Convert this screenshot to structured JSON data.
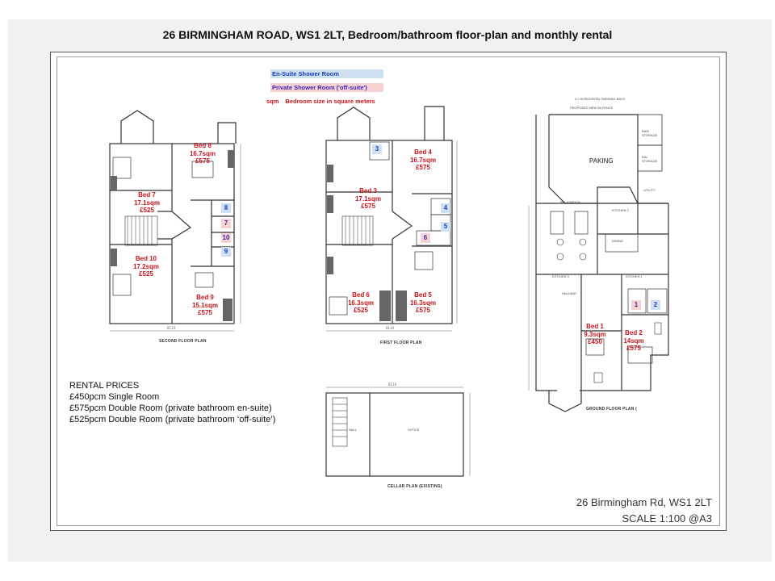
{
  "title": "26 BIRMINGHAM ROAD, WS1 2LT, Bedroom/bathroom floor-plan and monthly rental",
  "legend": {
    "ensuite": "En-Suite Shower Room",
    "private": "Private Shower Room ('off-suite')",
    "sqm_key": "sqm",
    "sqm_desc": "Bedroom size in square meters",
    "ensuite_color": "#cfe0f3",
    "private_color": "#f7d2d2"
  },
  "rooms": {
    "bed8": {
      "name": "Bed 8",
      "size": "16.7sqm",
      "price": "£575"
    },
    "bed7": {
      "name": "Bed 7",
      "size": "17.1sqm",
      "price": "£525"
    },
    "bed10": {
      "name": "Bed 10",
      "size": "17.2sqm",
      "price": "£525"
    },
    "bed9": {
      "name": "Bed 9",
      "size": "15.1sqm",
      "price": "£575"
    },
    "bed4": {
      "name": "Bed 4",
      "size": "16.7sqm",
      "price": "£575"
    },
    "bed3": {
      "name": "Bed 3",
      "size": "17.1sqm",
      "price": "£575"
    },
    "bed6": {
      "name": "Bed 6",
      "size": "16.3sqm",
      "price": "£525"
    },
    "bed5": {
      "name": "Bed 5",
      "size": "16.3sqm",
      "price": "£575"
    },
    "bed1": {
      "name": "Bed 1",
      "size": "9.3sqm",
      "price": "£450"
    },
    "bed2": {
      "name": "Bed 2",
      "size": "14sqm",
      "price": "£575"
    }
  },
  "bathrooms": {
    "b1": "1",
    "b2": "2",
    "b3": "3",
    "b4": "4",
    "b5": "5",
    "b6": "6",
    "b7": "7",
    "b8": "8",
    "b9": "9",
    "b10": "10"
  },
  "plans": {
    "second": "SECOND FLOOR PLAN",
    "first": "FIRST FLOOR PLAN",
    "ground": "GROUND FLOOR PLAN (",
    "cellar": "CELLAR PLAN (EXISTING)"
  },
  "ground_labels": {
    "parking": "PAKING",
    "bike": "BIKE STORAGE",
    "bin": "BIN STORAGE",
    "proposed": "PROPOSED NEW 6ft FENCE",
    "bays": "4 x HORIZONTAL PARKING BAYS",
    "relaxation": "RELAXATION",
    "kitchen2": "KITCHEN 2",
    "kitchen1": "KITCHEN 1",
    "kitchen3": "KITCHEN 3",
    "dining": "DINING",
    "utility": "UTILITY",
    "hallway": "HALLWAY"
  },
  "cellar_labels": {
    "hall": "HALL",
    "office": "OFFICE"
  },
  "rental": {
    "heading": "RENTAL PRICES",
    "line1": "£450pcm Single Room",
    "line2": "£575pcm Double Room (private bathroom en-suite)",
    "line3": "£525pcm Double Room (private bathroom ‘off-suite’)"
  },
  "footer": {
    "address": "26 Birmingham Rd, WS1 2LT",
    "scale": "SCALE 1:100 @A3"
  }
}
